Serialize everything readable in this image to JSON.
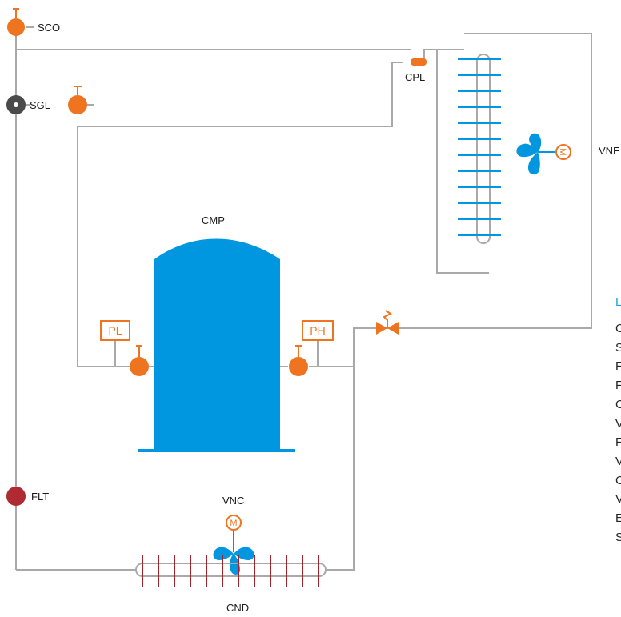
{
  "colors": {
    "pipe": "#a9a9a9",
    "blue": "#0096e0",
    "orange": "#ee7420",
    "dark_grey": "#4a4a4a",
    "dark_red": "#b02a34",
    "coil_red": "#a1232d",
    "text": "#1a1a1a"
  },
  "labels": {
    "sco": "SCO",
    "sgl": "SGL",
    "cpl": "CPL",
    "vne": "VNE",
    "cmp": "CMP",
    "pl": "PL",
    "ph": "PH",
    "vnc": "VNC",
    "flt": "FLT",
    "cnd": "CND",
    "vne_motor": "M",
    "vnc_motor": "M"
  },
  "legend": {
    "heading": "L",
    "items": [
      "C",
      "S",
      "F",
      "F",
      "C",
      "V",
      "F",
      "V",
      "C",
      "V",
      "E",
      "S"
    ]
  },
  "icons": {
    "sco": "pressure-gauge-icon",
    "sgl": "sight-glass-icon",
    "flt": "filter-drier-icon",
    "pl_gauge": "pressure-gauge-icon",
    "ph_gauge": "pressure-gauge-icon",
    "suction_gauge": "pressure-gauge-icon",
    "cpl": "capillary-icon",
    "expansion_valve": "expansion-valve-icon",
    "vne_fan": "fan-icon",
    "vnc_fan": "fan-icon",
    "vne_motor": "motor-icon",
    "vnc_motor": "motor-icon"
  }
}
